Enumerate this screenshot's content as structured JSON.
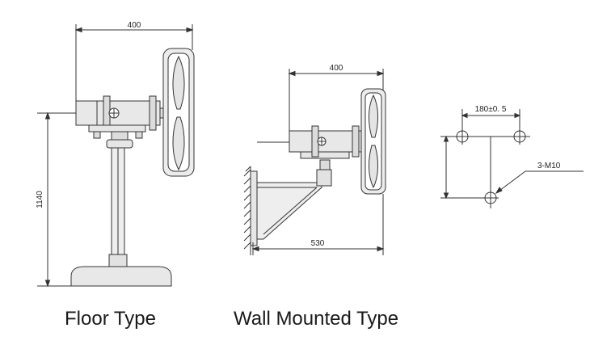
{
  "floor": {
    "caption": "Floor Type",
    "width_label": "400",
    "height_label": "1140"
  },
  "wall": {
    "caption": "Wall Mounted Type",
    "width_label": "400",
    "depth_label": "530"
  },
  "bolt_pattern": {
    "spacing_label": "180±0. 5",
    "bolt_label": "3-M10"
  }
}
